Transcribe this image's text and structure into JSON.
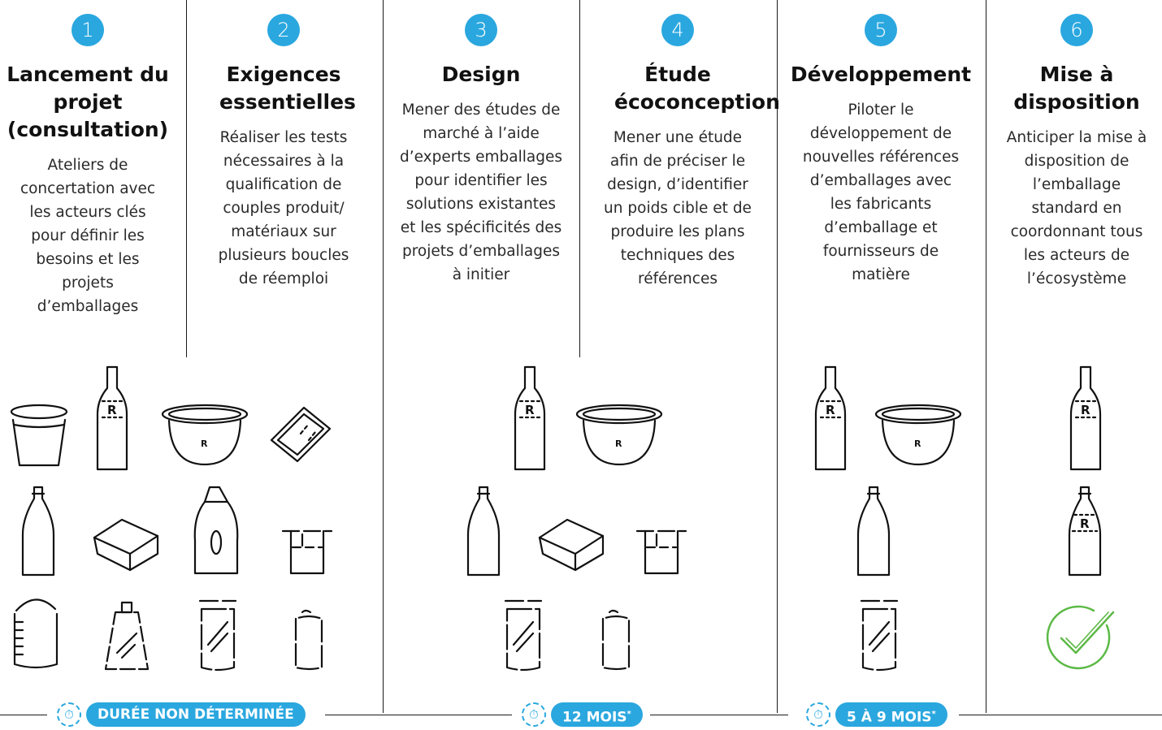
{
  "steps": [
    {
      "number": "1",
      "title": "Lancement du projet (consultation)",
      "desc": "Ateliers de concertation avec les acteurs clés pour définir les besoins et les projets d’emballages"
    },
    {
      "number": "2",
      "title": "Exigences essentielles",
      "desc": "Réaliser les tests nécessaires à la qualification de couples produit/ matériaux sur plusieurs boucles de réemploi"
    },
    {
      "number": "3",
      "title": "Design",
      "desc": "Mener des études de marché à l’aide d’experts emballages pour identifier les solutions existantes et les spécificités des projets d’emballages à initier"
    },
    {
      "number": "4",
      "title": "Étude écoconception",
      "desc": "Mener une étude afin de préciser le design, d’identifier un poids cible et de produire les plans techniques des références"
    },
    {
      "number": "5",
      "title": "Développement",
      "desc": "Piloter le développement de nouvelles références d’emballages avec les fabricants d’emballage et fournisseurs de matière"
    },
    {
      "number": "6",
      "title": "Mise à disposition",
      "desc": "Anticiper la mise à disposition de l’emballage standard en coordonnant tous les acteurs de l’écosystème"
    }
  ],
  "durations": [
    {
      "label": "DURÉE NON DÉTERMINÉE",
      "asterisk": ""
    },
    {
      "label": "12 MOIS",
      "asterisk": "*"
    },
    {
      "label": "5 À 9 MOIS",
      "asterisk": "*"
    }
  ],
  "icon_labels": {
    "reuse_mark": "R"
  },
  "colors": {
    "accent": "#2aa7df",
    "check": "#5cb946",
    "line": "#1a1a1a"
  },
  "icons": [
    "cup-icon",
    "bottle-r-icon",
    "bowl-r-icon",
    "tray-icon",
    "bottle-icon",
    "food-box-icon",
    "detergent-bottle-icon",
    "jar-icon",
    "can-open-icon",
    "pouch-icon",
    "mason-jar-icon",
    "soda-can-icon",
    "check-circle-icon",
    "clock-icon"
  ]
}
